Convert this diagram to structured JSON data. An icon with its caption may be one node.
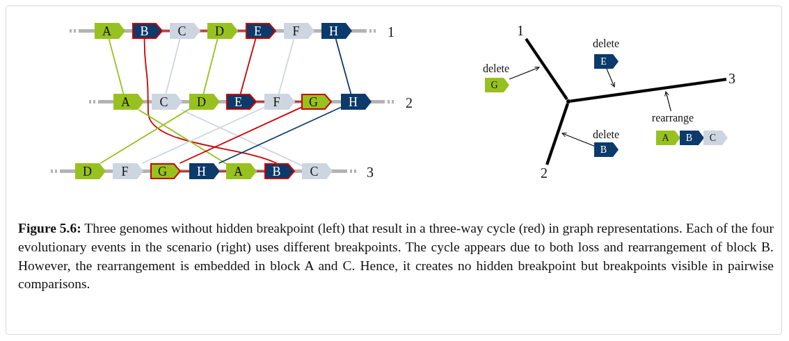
{
  "diagram": {
    "caption": "**Figure 5.6:** Three genomes without hidden breakpoint (left) that result in a three-way cycle (red) in graph representations. Each of the four evolutionary events in the scenario (right) uses different breakpoints. The cycle appears due to both loss and rearrangement of block B. However, the rearrangement is embedded in block A and C. Hence, it creates no hidden breakpoint but breakpoints visible in pairwise comparisons.",
    "nodes": [
      {
        "text": [
          "A"
        ]
      },
      {
        "text": [
          "B"
        ]
      },
      {
        "text": [
          "C"
        ]
      },
      {
        "text": [
          "D"
        ]
      },
      {
        "text": [
          "E"
        ]
      },
      {
        "text": [
          "F"
        ]
      },
      {
        "text": [
          "H"
        ]
      },
      {
        "text": [
          "A"
        ]
      },
      {
        "text": [
          "C"
        ]
      },
      {
        "text": [
          "D"
        ]
      },
      {
        "text": [
          "E"
        ]
      },
      {
        "text": [
          "F"
        ]
      },
      {
        "text": [
          "G"
        ]
      },
      {
        "text": [
          "H"
        ]
      },
      {
        "text": [
          "D"
        ]
      },
      {
        "text": [
          "F"
        ]
      },
      {
        "text": [
          "G"
        ]
      },
      {
        "text": [
          "H"
        ]
      },
      {
        "text": [
          "A"
        ]
      },
      {
        "text": [
          "B"
        ]
      },
      {
        "text": [
          "C"
        ]
      },
      {
        "text": [
          "1"
        ]
      },
      {
        "text": [
          "delete"
        ]
      },
      {
        "text": [
          "E"
        ]
      },
      {
        "text": [
          "delete"
        ]
      },
      {
        "text": [
          "G"
        ]
      },
      {
        "text": [],
        "shape": "circle"
      },
      {
        "text": [
          "3"
        ]
      },
      {
        "text": [
          "rearrange"
        ]
      },
      {
        "text": [
          "A"
        ]
      },
      {
        "text": [
          "B"
        ]
      },
      {
        "text": [
          "C"
        ]
      },
      {
        "text": [
          "delete"
        ]
      },
      {
        "text": [
          "B"
        ]
      },
      {
        "text": [
          "2"
        ]
      }
    ],
    "edges": [
      {
        "from": 0,
        "to": 7,
        "arrow": "none",
        "color": "#97c11f"
      },
      {
        "from": 1,
        "to": 19,
        "arrow": "none",
        "color": "#cc0000"
      },
      {
        "from": 2,
        "to": 8,
        "arrow": "none",
        "color": "#cdd6e0"
      },
      {
        "from": 3,
        "to": 9,
        "arrow": "none",
        "color": "#97c11f"
      },
      {
        "from": 4,
        "to": 10,
        "arrow": "none",
        "color": "#cc0000"
      },
      {
        "from": 5,
        "to": 11,
        "arrow": "none",
        "color": "#cdd6e0"
      },
      {
        "from": 6,
        "to": 13,
        "arrow": "none",
        "color": "#0b3a6b"
      },
      {
        "from": 7,
        "to": 18,
        "arrow": "none",
        "color": "#97c11f"
      },
      {
        "from": 8,
        "to": 20,
        "arrow": "none",
        "color": "#cdd6e0"
      },
      {
        "from": 9,
        "to": 14,
        "arrow": "none",
        "color": "#97c11f"
      },
      {
        "from": 11,
        "to": 15,
        "arrow": "none",
        "color": "#cdd6e0"
      },
      {
        "from": 12,
        "to": 16,
        "arrow": "none",
        "color": "#cc0000"
      },
      {
        "from": 13,
        "to": 17,
        "arrow": "none",
        "color": "#0b3a6b"
      },
      {
        "from": 1,
        "to": 2,
        "arrow": "none",
        "color": "#cc0000"
      },
      {
        "from": 2,
        "to": 3,
        "arrow": "none",
        "color": "#cc0000"
      },
      {
        "from": 3,
        "to": 4,
        "arrow": "none",
        "color": "#cc0000"
      },
      {
        "from": 10,
        "to": 11,
        "arrow": "none",
        "color": "#cc0000"
      },
      {
        "from": 11,
        "to": 12,
        "arrow": "none",
        "color": "#cc0000"
      },
      {
        "from": 16,
        "to": 17,
        "arrow": "none",
        "color": "#cc0000"
      },
      {
        "from": 17,
        "to": 18,
        "arrow": "none",
        "color": "#cc0000"
      },
      {
        "from": 18,
        "to": 19,
        "arrow": "none",
        "color": "#cc0000"
      },
      {
        "from": 26,
        "to": 21,
        "arrow": "none",
        "style": "thick",
        "color": "#000000"
      },
      {
        "from": 26,
        "to": 34,
        "arrow": "none",
        "style": "thick",
        "color": "#000000"
      },
      {
        "from": 26,
        "to": 27,
        "arrow": "none",
        "style": "thick",
        "color": "#000000"
      },
      {
        "from": 25,
        "to": null,
        "arrow": "to",
        "color": "#000000"
      },
      {
        "from": 23,
        "to": null,
        "arrow": "to",
        "color": "#000000"
      },
      {
        "from": 28,
        "to": null,
        "arrow": "to",
        "color": "#000000"
      },
      {
        "from": 33,
        "to": null,
        "arrow": "to",
        "color": "#000000"
      }
    ],
    "labels": [
      "1",
      "2",
      "3"
    ]
  }
}
